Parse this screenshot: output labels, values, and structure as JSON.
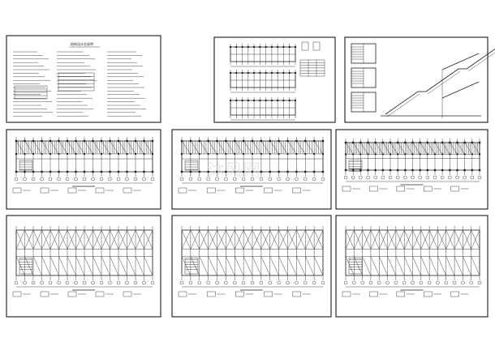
{
  "title": "结构设计总说明",
  "watermark": "沐风网",
  "sheets": [
    {
      "id": "notes",
      "kind": "notes"
    },
    {
      "id": "beam-detail",
      "kind": "beam-rows"
    },
    {
      "id": "stair-detail",
      "kind": "stair"
    },
    {
      "id": "plan-r2-1",
      "kind": "plan"
    },
    {
      "id": "plan-r2-2",
      "kind": "plan"
    },
    {
      "id": "plan-r2-3",
      "kind": "plan-top"
    },
    {
      "id": "plan-r3-1",
      "kind": "plan-light"
    },
    {
      "id": "plan-r3-2",
      "kind": "plan-light"
    },
    {
      "id": "plan-r3-3",
      "kind": "plan-light"
    }
  ],
  "colors": {
    "ink": "#222222",
    "paper": "#ffffff",
    "watermark": "#d9d9d9"
  }
}
